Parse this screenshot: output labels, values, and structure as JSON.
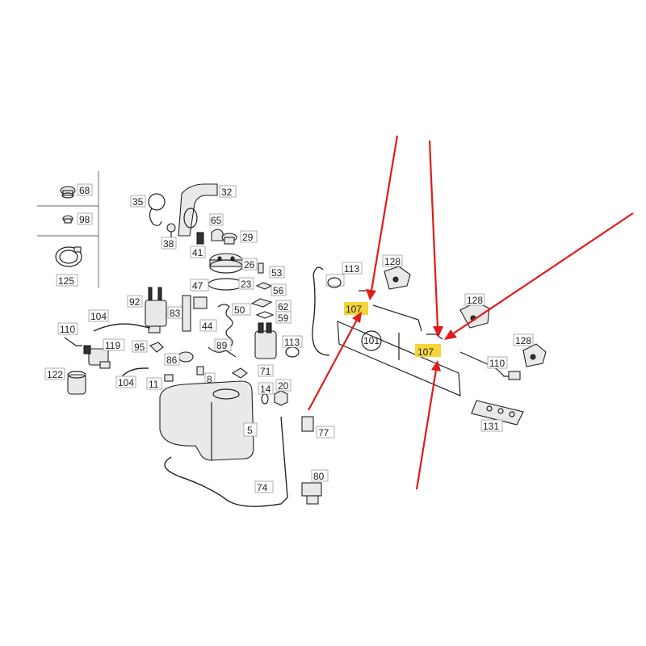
{
  "diagram": {
    "part_numbers": {
      "p68": "68",
      "p98": "98",
      "p125": "125",
      "p35": "35",
      "p32": "32",
      "p65": "65",
      "p38": "38",
      "p29": "29",
      "p41": "41",
      "p26": "26",
      "p53": "53",
      "p23": "23",
      "p56": "56",
      "p47": "47",
      "p62": "62",
      "p59": "59",
      "p92": "92",
      "p83": "83",
      "p50": "50",
      "p104a": "104",
      "p44": "44",
      "p89": "89",
      "p110a": "110",
      "p119": "119",
      "p95": "95",
      "p86": "86",
      "p122": "122",
      "p104b": "104",
      "p11": "11",
      "p8": "8",
      "p71": "71",
      "p113a": "113",
      "p14": "14",
      "p20": "20",
      "p5": "5",
      "p77": "77",
      "p80": "80",
      "p74": "74",
      "p113b": "113",
      "p128a": "128",
      "p107a": "107",
      "p101": "101",
      "p128b": "128",
      "p107b": "107",
      "p128c": "128",
      "p110b": "110",
      "p131": "131"
    },
    "highlight_color": "#f4d53a",
    "arrow_color": "#e01b1b"
  }
}
